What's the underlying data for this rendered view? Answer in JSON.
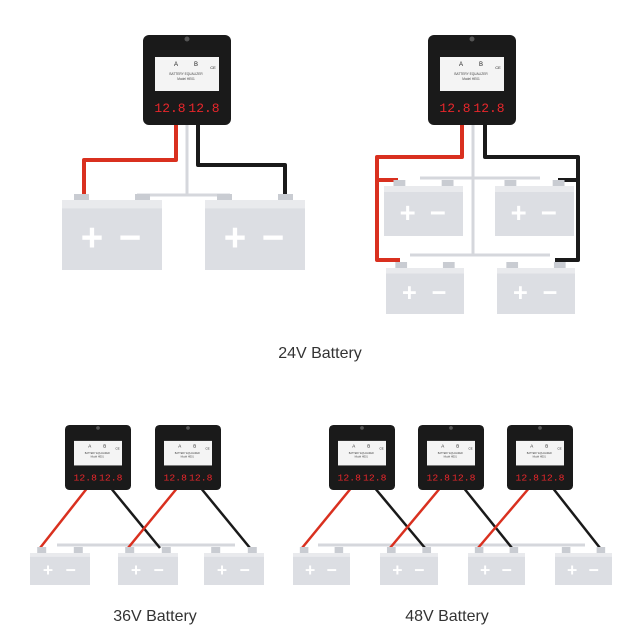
{
  "device": {
    "label_a": "A",
    "label_b": "B",
    "title": "BATTERY EQUALIZER",
    "model": "Model HE01",
    "mark": "CE",
    "display_a": "12.8",
    "display_b": "12.8"
  },
  "battery": {
    "plus": "+",
    "minus": "−"
  },
  "colors": {
    "device": "#1a1a1a",
    "battery": "#dcdee3",
    "terminal": "#c9ccd2",
    "wire_pos": "#d9301f",
    "wire_neg": "#1a1a1a",
    "wire_mid": "#d5d7dc",
    "display": "#e8262b"
  },
  "captions": {
    "top": "24V Battery",
    "bottom_left": "36V Battery",
    "bottom_right": "48V Battery"
  }
}
